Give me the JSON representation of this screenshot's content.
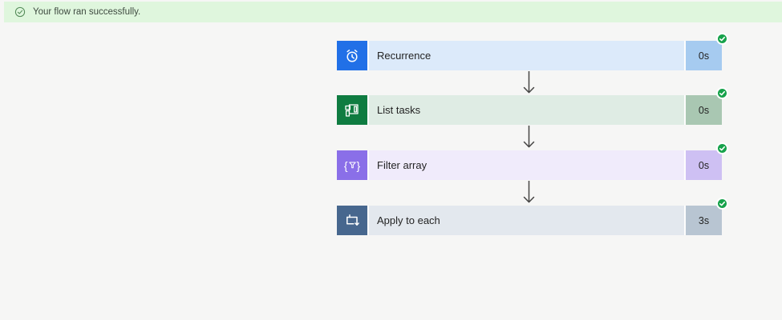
{
  "banner": {
    "message": "Your flow ran successfully.",
    "icon": "success-circle-check-icon",
    "bg_color": "#DFF6DD",
    "icon_color": "#538A58",
    "text_color": "#3E4A40"
  },
  "flow": {
    "badge_color": "#17A24B",
    "arrow_color": "#454443",
    "steps": [
      {
        "title": "Recurrence",
        "duration": "0s",
        "status": "succeeded",
        "icon": "recurrence-clock-icon",
        "colors": {
          "icon_bg": "#2170E7",
          "body_bg": "#DCEAFA",
          "chip_bg": "#A6CBF0"
        }
      },
      {
        "title": "List tasks",
        "duration": "0s",
        "status": "succeeded",
        "icon": "planner-icon",
        "colors": {
          "icon_bg": "#0F7C41",
          "body_bg": "#DFECE4",
          "chip_bg": "#A9C7B2"
        }
      },
      {
        "title": "Filter array",
        "duration": "0s",
        "status": "succeeded",
        "icon": "filter-array-icon",
        "colors": {
          "icon_bg": "#8A6FE8",
          "body_bg": "#F0EBFB",
          "chip_bg": "#CEC0F3"
        }
      },
      {
        "title": "Apply to each",
        "duration": "3s",
        "status": "succeeded",
        "icon": "apply-to-each-loop-icon",
        "colors": {
          "icon_bg": "#47678E",
          "body_bg": "#E3E8EE",
          "chip_bg": "#B8C5D2"
        }
      }
    ]
  }
}
